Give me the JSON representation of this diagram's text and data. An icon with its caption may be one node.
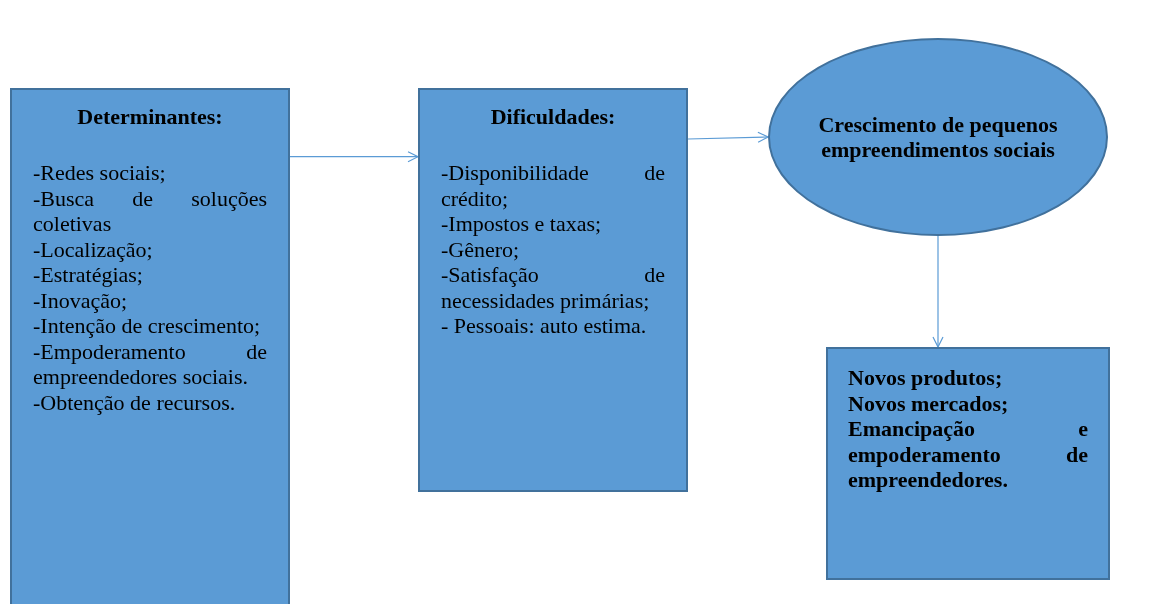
{
  "diagram": {
    "nodes": [
      {
        "text": [
          "Determinantes:",
          "-Redes sociais;",
          "-Busca de soluções coletivas",
          "-Localização;",
          "-Estratégias;",
          "-Inovação;",
          "-Intenção de crescimento;",
          "-Empoderamento de empreendedores sociais.",
          "-Obtenção de recursos."
        ]
      },
      {
        "text": [
          "Dificuldades:",
          "-Disponibilidade de crédito;",
          "-Impostos e taxas;",
          "-Gênero;",
          "-Satisfação de necessidades primárias;",
          "- Pessoais: auto estima."
        ]
      },
      {
        "text": [
          "Crescimento de pequenos empreendimentos sociais"
        ]
      },
      {
        "text": [
          "Novos produtos;",
          "Novos mercados;",
          "Emancipação e empoderamento de empreendedores."
        ]
      }
    ],
    "edges": [
      {
        "from": 0,
        "to": 1,
        "arrow": "to"
      },
      {
        "from": 1,
        "to": 2,
        "arrow": "to"
      },
      {
        "from": 2,
        "to": 3,
        "arrow": "to"
      }
    ]
  }
}
